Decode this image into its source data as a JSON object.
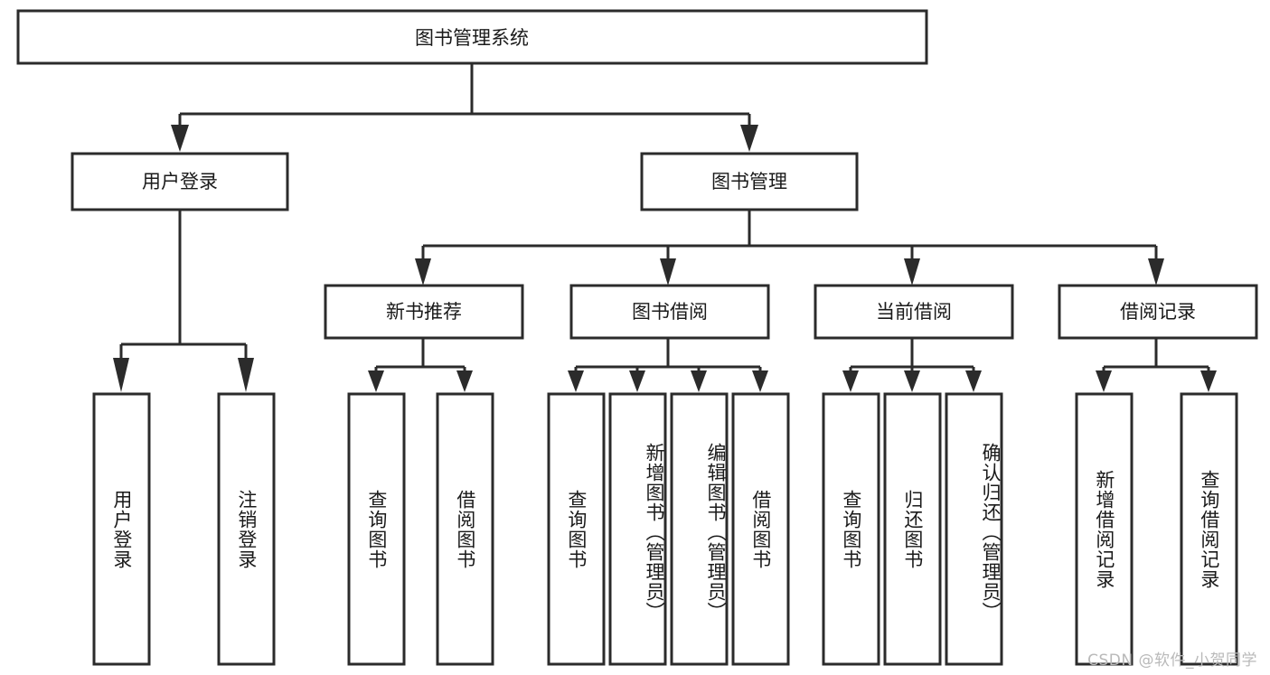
{
  "diagram": {
    "title": "图书管理系统",
    "type": "tree-hierarchy",
    "watermark": "CSDN @软件_小贺同学",
    "colors": {
      "stroke": "#2b2b2b",
      "fill": "#ffffff",
      "text": "#1a1a1a",
      "watermark": "#b9b9b9",
      "background": "#ffffff"
    },
    "root": {
      "id": "root",
      "label": "图书管理系统"
    },
    "level2": [
      {
        "id": "user-login",
        "label": "用户登录"
      },
      {
        "id": "book-manage",
        "label": "图书管理"
      }
    ],
    "level3": [
      {
        "id": "new-book-recommend",
        "label": "新书推荐",
        "parent": "book-manage"
      },
      {
        "id": "book-borrow",
        "label": "图书借阅",
        "parent": "book-manage"
      },
      {
        "id": "current-borrow",
        "label": "当前借阅",
        "parent": "book-manage"
      },
      {
        "id": "borrow-record",
        "label": "借阅记录",
        "parent": "book-manage"
      }
    ],
    "leaves": [
      {
        "id": "leaf-user-login",
        "label": "用户登录",
        "parent": "user-login"
      },
      {
        "id": "leaf-logout-login",
        "label": "注销登录",
        "parent": "user-login"
      },
      {
        "id": "leaf-query-book-1",
        "label": "查询图书",
        "parent": "new-book-recommend"
      },
      {
        "id": "leaf-borrow-book-1",
        "label": "借阅图书",
        "parent": "new-book-recommend"
      },
      {
        "id": "leaf-query-book-2",
        "label": "查询图书",
        "parent": "book-borrow"
      },
      {
        "id": "leaf-add-book",
        "label": "新增图书（管理员）",
        "parent": "book-borrow"
      },
      {
        "id": "leaf-edit-book",
        "label": "编辑图书（管理员）",
        "parent": "book-borrow"
      },
      {
        "id": "leaf-borrow-book-2",
        "label": "借阅图书",
        "parent": "book-borrow"
      },
      {
        "id": "leaf-query-book-3",
        "label": "查询图书",
        "parent": "current-borrow"
      },
      {
        "id": "leaf-return-book",
        "label": "归还图书",
        "parent": "current-borrow"
      },
      {
        "id": "leaf-confirm-return",
        "label": "确认归还（管理员）",
        "parent": "current-borrow"
      },
      {
        "id": "leaf-add-record",
        "label": "新增借阅记录",
        "parent": "borrow-record"
      },
      {
        "id": "leaf-query-record",
        "label": "查询借阅记录",
        "parent": "borrow-record"
      }
    ]
  }
}
